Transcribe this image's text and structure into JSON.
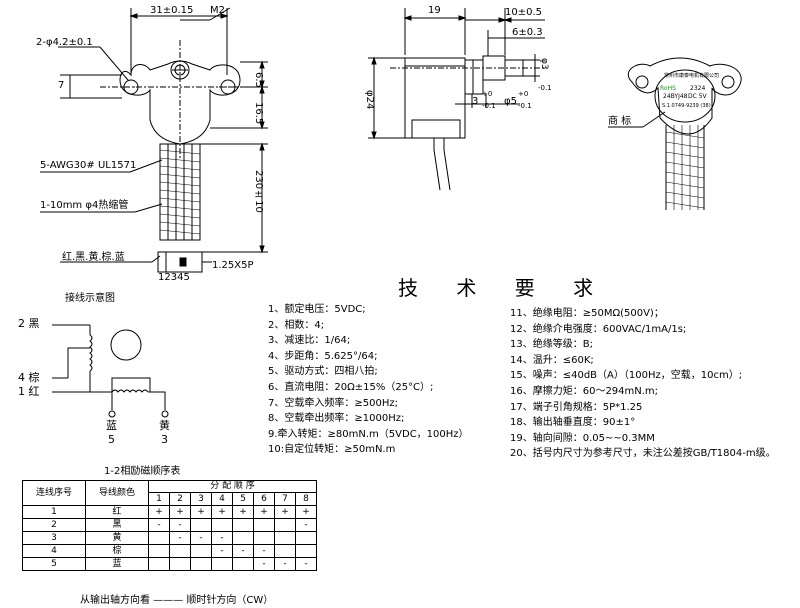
{
  "dims": {
    "d31": "31±0.15",
    "m2": "M2",
    "holes": "2-φ4.2±0.1",
    "d7": "7",
    "d65": "6.5",
    "d165": "16.5",
    "d230": "230±10",
    "awg": "5-AWG30# UL1571",
    "heatshrink": "1-10mm  φ4热缩管",
    "colors": "红.黑.黄.棕.蓝",
    "pins": "12345",
    "connector": "1.25X5P",
    "d19": "19",
    "d10": "10±0.5",
    "d6": "6±0.3",
    "d24": "φ24",
    "d3": "φ3",
    "d3tol": "3",
    "d5tol": "φ5",
    "tol_plus0": "+0",
    "tol_minus01": "-0.1",
    "tol_plus0b": "+0",
    "tol_minus01b": "-0.1",
    "d_neg": "-0.1",
    "trademark": "商 标"
  },
  "label_plate": {
    "line1": "常州市康泰电机有限公司",
    "model": "24BYJ48",
    "voltage": "DC 5V",
    "code": "2324",
    "ratio": "S.1.0749-9239 (38)",
    "rohs": "RoHS"
  },
  "wiring": {
    "title": "接线示意图",
    "wire2": "2 黑",
    "wire4": "4 棕",
    "wire1": "1 红",
    "blue_label": "蓝",
    "blue_num": "5",
    "yellow_label": "黄",
    "yellow_num": "3"
  },
  "specs_title": "技 术 要 求",
  "specs_left": [
    "1、额定电压：5VDC;",
    "2、相数：4;",
    "3、减速比：1/64;",
    "4、步距角：5.625°/64;",
    "5、驱动方式：四相八拍;",
    "6、直流电阻：20Ω±15%（25°C）;",
    "7、空载牵入频率：≥500Hz;",
    "8、空载牵出频率：≥1000Hz;",
    "9.牵入转矩：≥80mN.m（5VDC，100Hz）",
    "10:自定位转矩：≥50mN.m"
  ],
  "specs_right": [
    "11、绝缘电阻：≥50MΩ(500V)；",
    "12、绝缘介电强度：600VAC/1mA/1s;",
    "13、绝缘等级：B;",
    "14、温升：≤60K;",
    "15、噪声：≤40dB（A）（100Hz，空载，10cm）;",
    "16、摩擦力矩：60～294mN.m;",
    "17、端子引角规格：5P*1.25",
    "18、输出轴垂直度：90±1°",
    "19、轴向间隙：0.05~~0.3MM",
    "20、括号内尺寸为参考尺寸，未注公差按GB/T1804-m级。"
  ],
  "sequence": {
    "caption": "1-2相励磁顺序表",
    "header_no": "连线序号",
    "header_color": "导线颜色",
    "header_order": "分 配 顺 序",
    "steps": [
      "1",
      "2",
      "3",
      "4",
      "5",
      "6",
      "7",
      "8"
    ],
    "rows": [
      {
        "no": "1",
        "color": "红",
        "cells": [
          "+",
          "+",
          "+",
          "+",
          "+",
          "+",
          "+",
          "+"
        ]
      },
      {
        "no": "2",
        "color": "黑",
        "cells": [
          "-",
          "-",
          "",
          "",
          "",
          "",
          "",
          "-"
        ]
      },
      {
        "no": "3",
        "color": "黄",
        "cells": [
          "",
          "-",
          "-",
          "-",
          "",
          "",
          "",
          ""
        ]
      },
      {
        "no": "4",
        "color": "棕",
        "cells": [
          "",
          "",
          "",
          "-",
          "-",
          "-",
          "",
          ""
        ]
      },
      {
        "no": "5",
        "color": "蓝",
        "cells": [
          "",
          "",
          "",
          "",
          "",
          "-",
          "-",
          "-"
        ]
      }
    ],
    "footer": "从输出轴方向看 ——— 顺时针方向（CW）"
  }
}
